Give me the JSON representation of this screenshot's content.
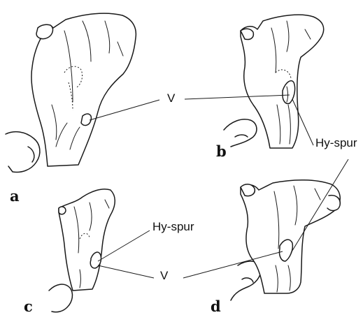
{
  "panels": [
    "a",
    "b",
    "c",
    "d"
  ],
  "annotations": {
    "v_top": "V",
    "v_bottom": "V",
    "hy_right": "Hy-spur",
    "hy_left": "Hy-spur"
  }
}
